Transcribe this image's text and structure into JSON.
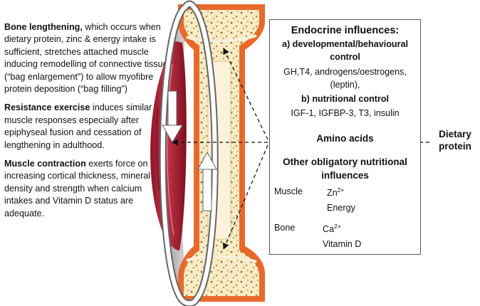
{
  "left_panel": {
    "bone_lengthening": {
      "title": "Bone lengthening,",
      "text": " which occurs when dietary protein, zinc & energy intake is sufficient, stretches attached muscle inducing remodelling  of connective tissue (“bag enlargement”) to allow myofibre protein deposition (“bag filling”)"
    },
    "resistance_exercise": {
      "title": "Resistance exercise",
      "text": " induces similar muscle responses especially after epiphyseal fusion and cessation of lengthening in adulthood."
    },
    "muscle_contraction": {
      "title": "Muscle contraction",
      "text": " exerts force on bone increasing cortical thickness, mineral density and strength when calcium intakes and Vitamin D status are adequate."
    }
  },
  "box": {
    "title": "Endocrine influences:",
    "a_line1": "a) developmental/behavioural",
    "a_line2": "control",
    "a_items1": "GH,T4, androgens/oestrogens,",
    "a_items2": "(leptin),",
    "b_label": "b)  nutritional control",
    "b_items": "IGF-1, IGFBP-3, T3, insulin",
    "amino": "Amino acids",
    "other1": "Other obligatory nutritional",
    "other2": "influences",
    "muscle_label": "Muscle",
    "zn": "Zn",
    "zn_sup": "2+",
    "energy": "Energy",
    "bone_label": "Bone",
    "ca": "Ca",
    "ca_sup": "2+",
    "vitd": "Vitamin D"
  },
  "dietary": {
    "line1": "Dietary",
    "line2": "protein"
  },
  "colors": {
    "bone_orange": "#e8692c",
    "bone_fill": "#f8ecc4",
    "marrow": "#fbf3d9",
    "muscle_red": "#b02035",
    "muscle_light": "#d9707e",
    "box_border": "#555555",
    "arrow": "#111111"
  }
}
